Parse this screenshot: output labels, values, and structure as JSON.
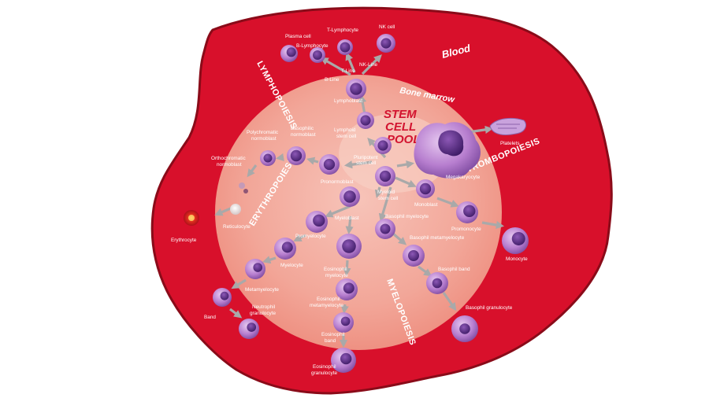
{
  "regions": {
    "blood": "Blood",
    "bone_marrow": "Bone marrow"
  },
  "stem_pool": [
    "STEM",
    "CELL",
    "POOL"
  ],
  "processes": {
    "lymphopoiesis": "LYMPHOPOIESIS",
    "erythropoiesis": "ERYTHROPOIESIS",
    "trombopoiesis": "TROMBOPOIESIS",
    "myelopoiesis": "MYELOPOIESIS"
  },
  "lines": {
    "b_line": "B-Line",
    "t_line": "T-Line",
    "nk_line": "NK-Line"
  },
  "cells": {
    "plasma_cell": "Plasma cell",
    "b_lymphocyte": "B-Lymphocyte",
    "t_lymphocyte": "T-Lymphocyte",
    "nk_cell": "NK cell",
    "lymphoblast": "Lymphoblast",
    "lymphoid_stem_cell": [
      "Lymphoid",
      "stem cell"
    ],
    "pluripotent_stem_cell": [
      "Pluripotent",
      "stem cell"
    ],
    "myeloid_stem_cell": [
      "Myeloid",
      "stem cell"
    ],
    "megakaryocyte": "Megakaryocyte",
    "platelets": "Platelets",
    "polychromatic_normoblast": [
      "Polychromatic",
      "normoblast"
    ],
    "basophilic_normoblast": [
      "Basophilic",
      "normoblast"
    ],
    "orthochromatic_normoblast": [
      "Orthochromatic",
      "normoblast"
    ],
    "pronormoblast": "Pronormoblast",
    "reticulocyte": "Reticulocyte",
    "erythrocyte": "Erythrocyte",
    "myeloblast": "Myeloblast",
    "promyelocyte": "Promyelocyte",
    "myelocyte": "Myelocyte",
    "metamyelocyte": "Metamyelocyte",
    "band": "Band",
    "neutrophil_granulocyte": [
      "Neutrophil",
      "granulocyte"
    ],
    "eosinophil_myelocyte": [
      "Eosinophil",
      "myelocyte"
    ],
    "eosinophil_metamyelocyte": [
      "Eosinophil",
      "metamyelocyte"
    ],
    "eosinophil_band": [
      "Eosinophil",
      "band"
    ],
    "eosinophil_granulocyte": [
      "Eosinophil",
      "granulocyte"
    ],
    "basophil_myelocyte": "Basophil myelocyte",
    "basophil_metamyelocyte": "Basophil metamyelocyte",
    "basophil_band": "Basophil band",
    "basophil_granulocyte": "Basophil granulocyte",
    "monoblast": "Monoblast",
    "promonocyte": "Promonocyte",
    "monocyte": "Monocyte"
  },
  "colors": {
    "blood": "#d8102b",
    "blood_edge": "#7e0a17",
    "marrow": "#f1a294",
    "marrow_core": "#f7c2b5",
    "cell_body": "#c28ad8",
    "cell_nucleus": "#5a2a8a",
    "arrow": "#a9a9a9",
    "label": "#ffffff"
  }
}
